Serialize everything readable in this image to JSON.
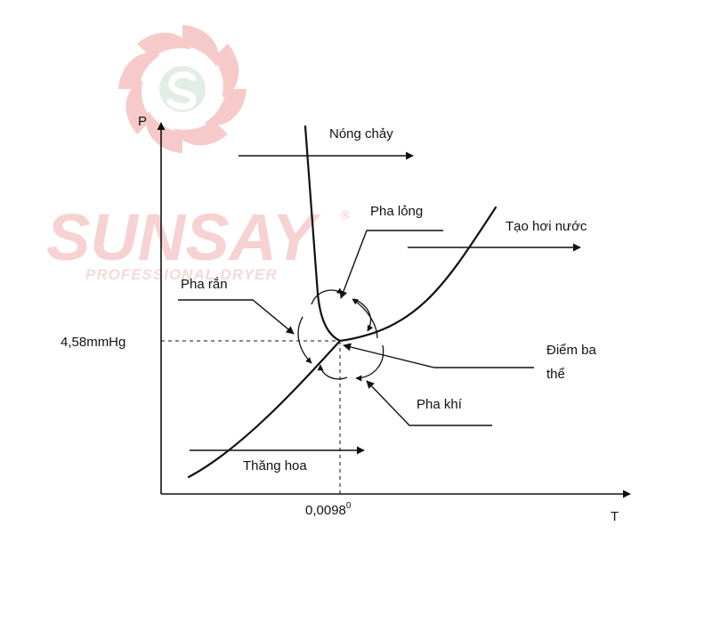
{
  "watermark": {
    "brand": "SUNSAY",
    "tagline": "PROFESSIONAL DRYER",
    "registered": "®",
    "color": "#f5c3c3",
    "logo_icon": "swirl-logo-icon"
  },
  "diagram": {
    "axis_y_label": "P",
    "axis_x_label": "T",
    "pressure_tick": "4,58mmHg",
    "temperature_tick_value": "0,0098",
    "temperature_tick_sup": "0",
    "labels": {
      "melting": "Nóng chảy",
      "liquid": "Pha lỏng",
      "vaporization": "Tạo hơi nước",
      "solid": "Pha rắn",
      "triple_point_line1": "Điểm ba",
      "triple_point_line2": "thể",
      "gas": "Pha khí",
      "sublimation": "Thăng hoa"
    },
    "line_color": "#111111"
  }
}
